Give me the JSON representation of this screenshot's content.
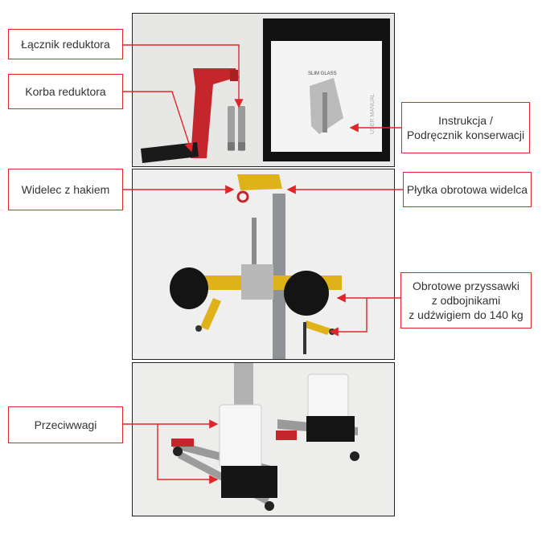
{
  "labels": {
    "connector": "Łącznik reduktora",
    "crank": "Korba reduktora",
    "manual": "Instrukcja /\nPodręcznik konserwacji",
    "fork": "Widelec z hakiem",
    "plate": "Płytka obrotowa widelca",
    "suction": "Obrotowe przyssawki\nz odbojnikami\nz udźwigiem do 140 kg",
    "counterweights": "Przeciwwagi"
  },
  "manual_cover_text": "SLIM GLASS",
  "manual_side_text": "USER MANUAL",
  "colors": {
    "accent_red": "#e0262a",
    "crank_red": "#c4262b",
    "frame_yellow": "#e0b21a",
    "photo_border": "#222222"
  }
}
